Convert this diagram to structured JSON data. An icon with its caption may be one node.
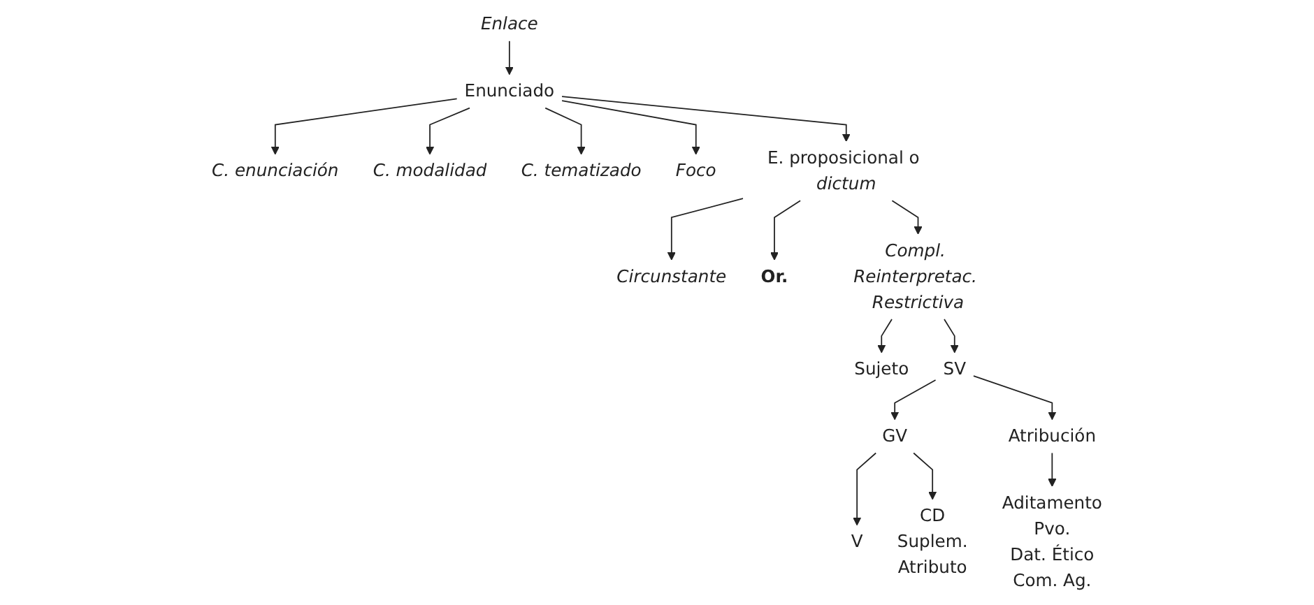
{
  "diagram": {
    "nodes": [
      {
        "text": [
          "Enlace"
        ]
      },
      {
        "text": [
          "Enunciado"
        ]
      },
      {
        "text": [
          "C. enunciación"
        ]
      },
      {
        "text": [
          "C. modalidad"
        ]
      },
      {
        "text": [
          "C. tematizado"
        ]
      },
      {
        "text": [
          "Foco"
        ]
      },
      {
        "text": [
          "E. proposicional o *dictum*"
        ]
      },
      {
        "text": [
          "Circunstante"
        ]
      },
      {
        "text": [
          "Or."
        ]
      },
      {
        "text": [
          "Compl. Reinterpretac. Restrictiva"
        ]
      },
      {
        "text": [
          "Sujeto"
        ]
      },
      {
        "text": [
          "SV"
        ]
      },
      {
        "text": [
          "GV"
        ]
      },
      {
        "text": [
          "Atribución"
        ]
      },
      {
        "text": [
          "V"
        ]
      },
      {
        "text": [
          "CD",
          "Suplem.",
          "Atributo"
        ]
      },
      {
        "text": [
          "Aditamento",
          "Pvo.",
          "Dat. Ético",
          "Com. Ag."
        ]
      }
    ],
    "edges": [
      {
        "from": 0,
        "to": 1,
        "arrow": "to"
      },
      {
        "from": 1,
        "to": 2,
        "arrow": "to"
      },
      {
        "from": 1,
        "to": 3,
        "arrow": "to"
      },
      {
        "from": 1,
        "to": 4,
        "arrow": "to"
      },
      {
        "from": 1,
        "to": 5,
        "arrow": "to"
      },
      {
        "from": 1,
        "to": 6,
        "arrow": "to"
      },
      {
        "from": 6,
        "to": 7,
        "arrow": "to"
      },
      {
        "from": 6,
        "to": 8,
        "arrow": "to"
      },
      {
        "from": 6,
        "to": 9,
        "arrow": "to"
      },
      {
        "from": 9,
        "to": 10,
        "arrow": "to"
      },
      {
        "from": 9,
        "to": 11,
        "arrow": "to"
      },
      {
        "from": 11,
        "to": 12,
        "arrow": "to"
      },
      {
        "from": 11,
        "to": 13,
        "arrow": "to"
      },
      {
        "from": 12,
        "to": 14,
        "arrow": "to"
      },
      {
        "from": 12,
        "to": 15,
        "arrow": "to"
      },
      {
        "from": 13,
        "to": 16,
        "arrow": "to"
      }
    ]
  }
}
